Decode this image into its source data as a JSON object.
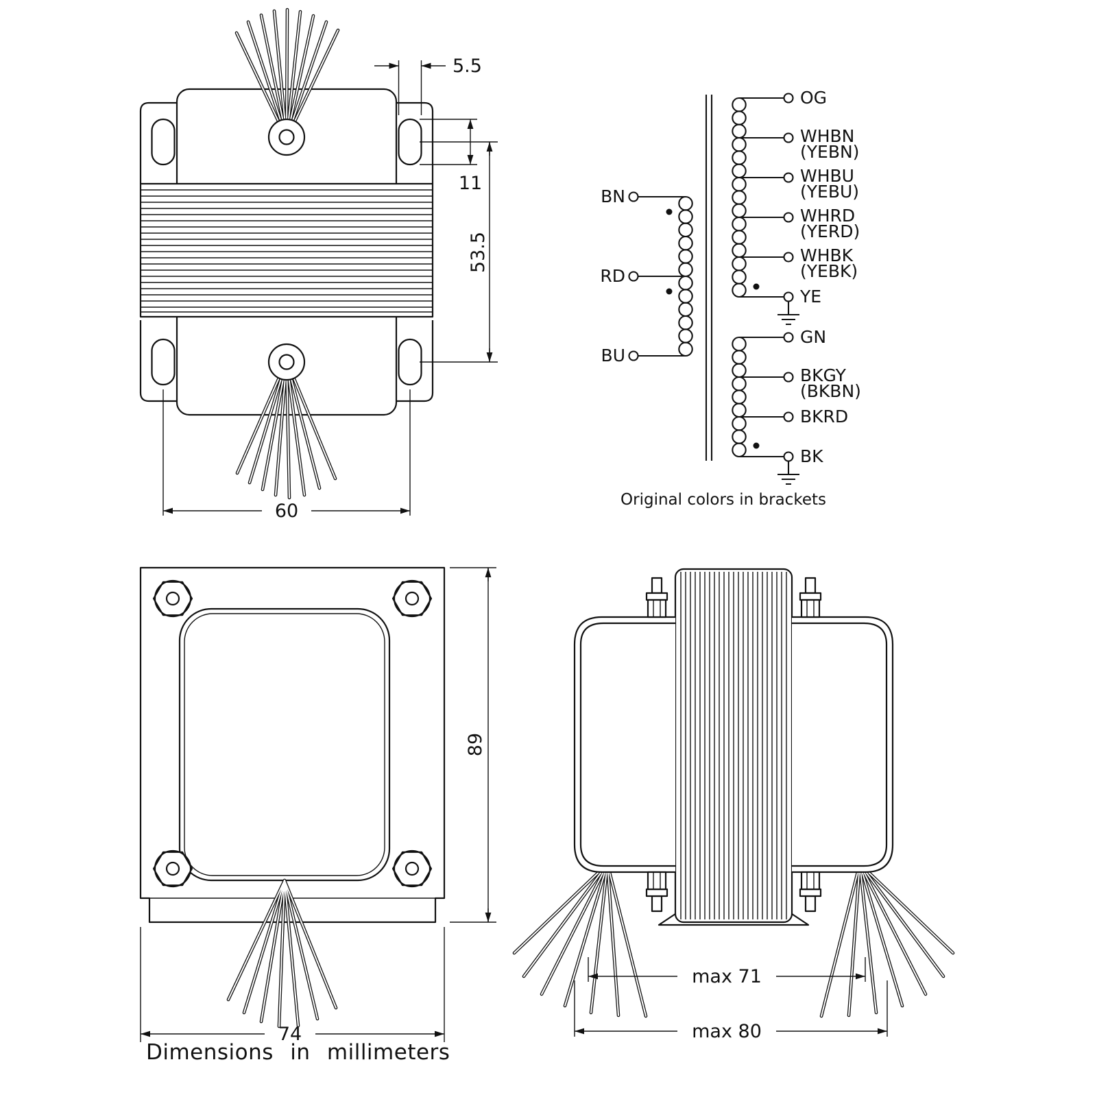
{
  "caption": "Dimensions in millimeters",
  "top_view": {
    "dim_slot_width": "5.5",
    "dim_slot_length": "11",
    "dim_center_spacing_vertical": "53.5",
    "dim_center_spacing_horizontal": "60"
  },
  "front_view": {
    "dim_height": "89",
    "dim_width": "74"
  },
  "side_view": {
    "dim_core_width": "max 71",
    "dim_overall_width": "max 80"
  },
  "schematic": {
    "note": "Original colors in brackets",
    "primary": [
      {
        "label": "BN"
      },
      {
        "label": "RD"
      },
      {
        "label": "BU"
      }
    ],
    "secondary": [
      {
        "label": "OG"
      },
      {
        "label": "WHBN",
        "alt": "(YEBN)"
      },
      {
        "label": "WHBU",
        "alt": "(YEBU)"
      },
      {
        "label": "WHRD",
        "alt": "(YERD)"
      },
      {
        "label": "WHBK",
        "alt": "(YEBK)"
      },
      {
        "label": "YE"
      },
      {
        "label": "GN"
      },
      {
        "label": "BKGY",
        "alt": "(BKBN)"
      },
      {
        "label": "BKRD"
      },
      {
        "label": "BK"
      }
    ]
  }
}
